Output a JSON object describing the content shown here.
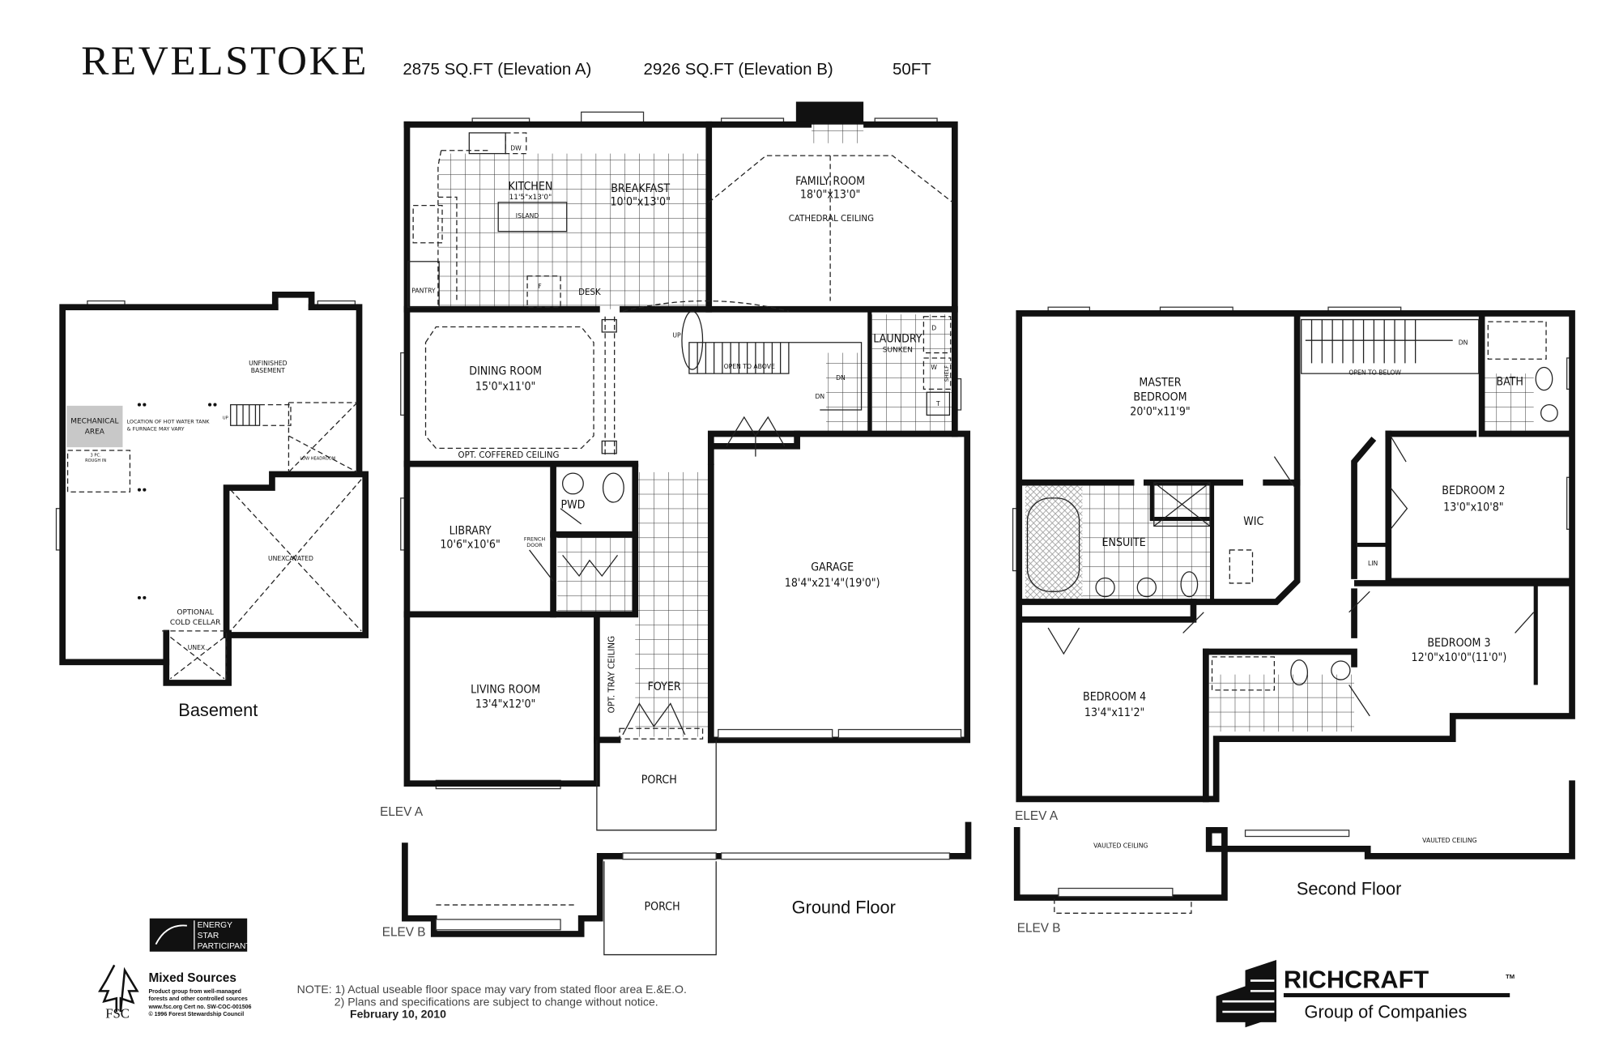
{
  "header": {
    "title": "REVELSTOKE",
    "spec_a": "2875 SQ.FT  (Elevation A)",
    "spec_b": "2926 SQ.FT  (Elevation B)",
    "lot_width": "50FT"
  },
  "basement": {
    "caption": "Basement",
    "unfinished_1": "UNFINISHED",
    "unfinished_2": "BASEMENT",
    "mechanical_1": "MECHANICAL",
    "mechanical_2": "AREA",
    "hot_water_1": "LOCATION OF HOT WATER TANK",
    "hot_water_2": "& FURNACE MAY VARY",
    "rough_in_1": "3 PC.",
    "rough_in_2": "ROUGH IN",
    "up": "UP",
    "low_headroom": "LOW HEADROOM",
    "unexcavated": "UNEXCAVATED",
    "cold_cellar_1": "OPTIONAL",
    "cold_cellar_2": "COLD CELLAR",
    "unex": "UNEX."
  },
  "ground_floor": {
    "caption": "Ground Floor",
    "elev_a": "ELEV A",
    "elev_b": "ELEV B",
    "rooms": {
      "kitchen": {
        "name": "KITCHEN",
        "size": "11'5\"x13'0\""
      },
      "breakfast": {
        "name": "BREAKFAST",
        "size": "10'0\"x13'0\""
      },
      "family": {
        "name": "FAMILY ROOM",
        "size": "18'0\"x13'0\"",
        "note": "CATHEDRAL CEILING"
      },
      "dining": {
        "name": "DINING ROOM",
        "size": "15'0\"x11'0\"",
        "note": "OPT. COFFERED CEILING"
      },
      "library": {
        "name": "LIBRARY",
        "size": "10'6\"x10'6\""
      },
      "living": {
        "name": "LIVING ROOM",
        "size": "13'4\"x12'0\""
      },
      "garage": {
        "name": "GARAGE",
        "size": "18'4\"x21'4\"(19'0\")"
      },
      "foyer": {
        "name": "FOYER",
        "note": "OPT. TRAY CEILING"
      },
      "laundry": {
        "name": "LAUNDRY",
        "note": "SUNKEN"
      },
      "pwd": {
        "name": "PWD"
      },
      "porch": {
        "name": "PORCH"
      },
      "porch_b": {
        "name": "PORCH"
      }
    },
    "fixtures": {
      "island": "ISLAND",
      "pantry": "PANTRY",
      "desk": "DESK",
      "fridge": "F",
      "dw": "DW",
      "french_door_1": "FRENCH",
      "french_door_2": "DOOR",
      "up": "UP",
      "open_above": "OPEN TO ABOVE",
      "dn1": "DN",
      "dn2": "DN",
      "dryer": "D",
      "washer": "W",
      "shelf": "SHELF",
      "tub": "T"
    }
  },
  "second_floor": {
    "caption": "Second Floor",
    "elev_a": "ELEV A",
    "elev_b": "ELEV B",
    "rooms": {
      "master": {
        "name_1": "MASTER",
        "name_2": "BEDROOM",
        "size": "20'0\"x11'9\""
      },
      "bed2": {
        "name": "BEDROOM 2",
        "size": "13'0\"x10'8\""
      },
      "bed3": {
        "name": "BEDROOM 3",
        "size": "12'0\"x10'0\"(11'0\")"
      },
      "bed4": {
        "name": "BEDROOM 4",
        "size": "13'4\"x11'2\""
      },
      "ensuite": {
        "name": "ENSUITE"
      },
      "wic": {
        "name": "WIC"
      },
      "bath": {
        "name": "BATH"
      },
      "lin": {
        "name": "LIN"
      }
    },
    "open_below": "OPEN TO BELOW",
    "dn": "DN",
    "vaulted_1": "VAULTED CEILING",
    "vaulted_2": "VAULTED CEILING"
  },
  "footer": {
    "energy_star": [
      "ENERGY",
      "STAR",
      "PARTICIPANT"
    ],
    "fsc": {
      "title": "Mixed Sources",
      "line1": "Product group from well-managed",
      "line2": "forests and other controlled sources",
      "line3": "www.fsc.org  Cert no. SW-COC-001506",
      "line4": "© 1996 Forest Stewardship Council",
      "mark": "FSC"
    },
    "note_1": "NOTE: 1) Actual useable floor space may vary from stated floor area E.&E.O.",
    "note_2": "2) Plans and specifications are subject to change without notice.",
    "date": "February 10, 2010",
    "brand": "RICHCRAFT",
    "brand_tm": "TM",
    "brand_sub": "Group of Companies"
  },
  "colors": {
    "walls": "#111111",
    "mechanical_area": "#c8c8c8"
  }
}
